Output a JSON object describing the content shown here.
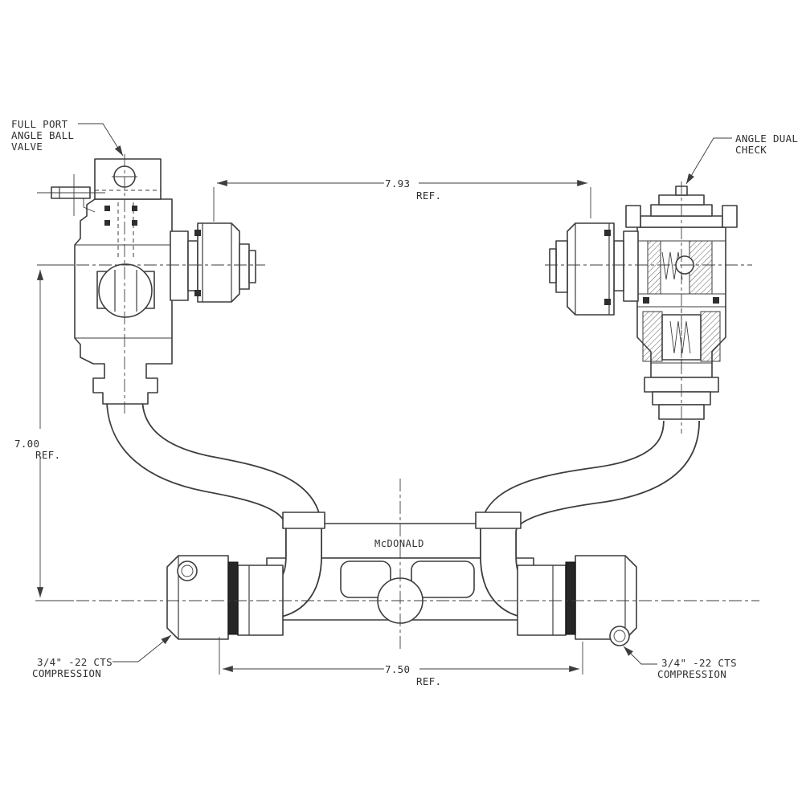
{
  "callouts": {
    "full_port": {
      "line1": "FULL PORT",
      "line2": "ANGLE BALL",
      "line3": "VALVE"
    },
    "dual_check": {
      "line1": "ANGLE DUAL",
      "line2": "CHECK"
    },
    "left_compression": {
      "line1": "3/4\" -22 CTS",
      "line2": "COMPRESSION"
    },
    "right_compression": {
      "line1": "3/4\"  -22 CTS",
      "line2": "COMPRESSION"
    }
  },
  "dimensions": {
    "top": {
      "value": "7.93",
      "suffix": "REF."
    },
    "left": {
      "value": "7.00",
      "suffix": "REF."
    },
    "bottom": {
      "value": "7.50",
      "suffix": "REF."
    }
  },
  "brand": {
    "name": "McDONALD"
  },
  "colors": {
    "line": "#3d3d3d",
    "background": "#ffffff"
  }
}
